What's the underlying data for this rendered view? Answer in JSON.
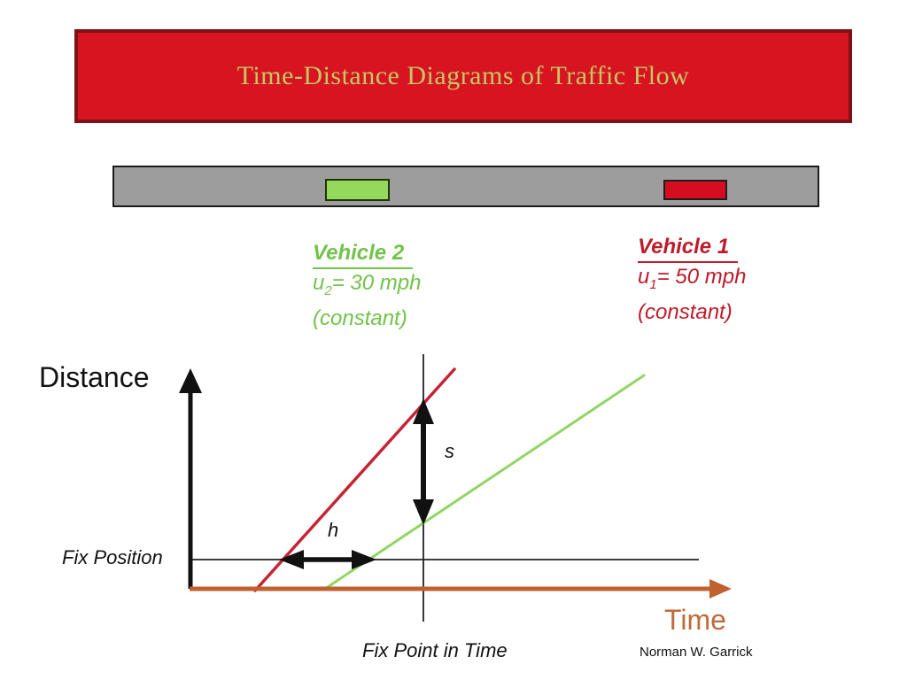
{
  "title": {
    "text": "Time-Distance Diagrams of Traffic Flow"
  },
  "vehicles": {
    "vehicle2": {
      "name": "Vehicle 2",
      "u_prefix": "u",
      "u_sub": "2",
      "u_rest": "= 30 mph",
      "constant": "(constant)"
    },
    "vehicle1": {
      "name": "Vehicle 1",
      "u_prefix": "u",
      "u_sub": "1",
      "u_rest": "= 50 mph",
      "constant": "(constant)"
    }
  },
  "diagram": {
    "y_axis_label": "Distance",
    "x_axis_label": "Time",
    "fix_position_label": "Fix Position",
    "fix_point_label": "Fix Point in Time",
    "spacing_symbol": "s",
    "headway_symbol": "h"
  },
  "credit": "Norman W. Garrick",
  "colors": {
    "banner_fill": "#d7141f",
    "banner_border": "#7e1216",
    "title_text": "#c5c767",
    "road_gray": "#9d9d9d",
    "vehicle2_fill": "#94d95c",
    "vehicle1_fill": "#d60d20",
    "line_red": "#c52434",
    "line_green": "#92d564",
    "axis_brown": "#bf6230",
    "time_label_color": "#c06a3a",
    "ink_black": "#111111"
  }
}
